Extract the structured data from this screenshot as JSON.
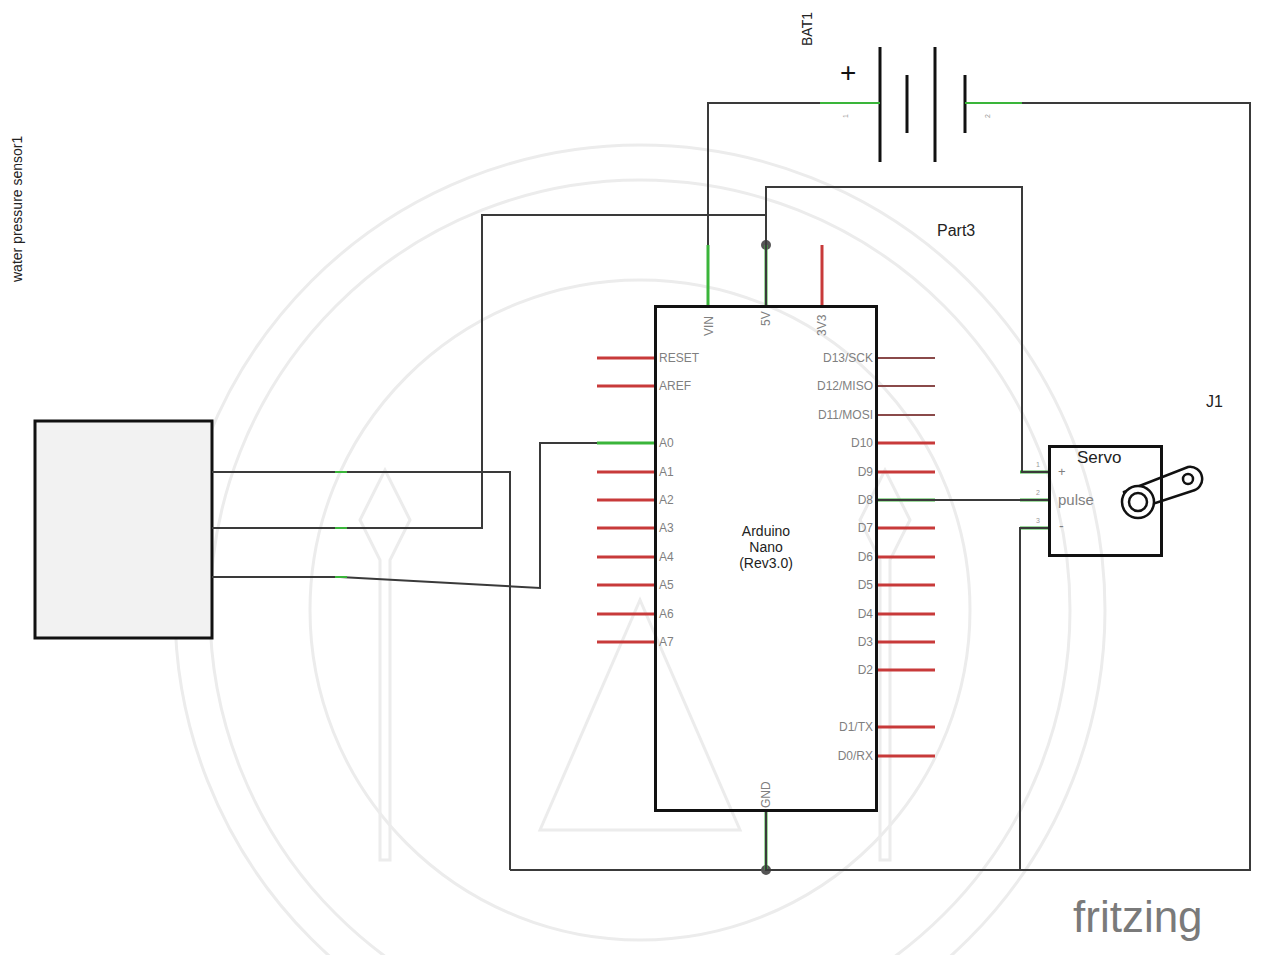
{
  "diagram": {
    "nodes": [
      {
        "text": [
          "Arduino Nano (Rev3.0)",
          "RESET",
          "AREF",
          "A0",
          "A1",
          "A2",
          "A3",
          "A4",
          "A5",
          "A6",
          "A7",
          "D13/SCK",
          "D12/MISO",
          "D11/MOSI",
          "D10",
          "D9",
          "D8",
          "D7",
          "D6",
          "D5",
          "D4",
          "D3",
          "D2",
          "D1/TX",
          "D0/RX",
          "VIN",
          "5V",
          "3V3",
          "GND"
        ]
      },
      {
        "text": [
          "Servo",
          "+",
          "pulse",
          "-"
        ]
      }
    ],
    "edges": [
      {
        "from": 1,
        "to": 0,
        "arrow": "none"
      },
      {
        "from": 1,
        "to": 0,
        "arrow": "none"
      },
      {
        "from": 1,
        "to": 0,
        "arrow": "none"
      }
    ],
    "labels": [
      "water pressure sensor1",
      "BAT1",
      "+",
      "1",
      "2",
      "Part3",
      "J1",
      "1",
      "2",
      "3",
      "fritzing"
    ]
  }
}
